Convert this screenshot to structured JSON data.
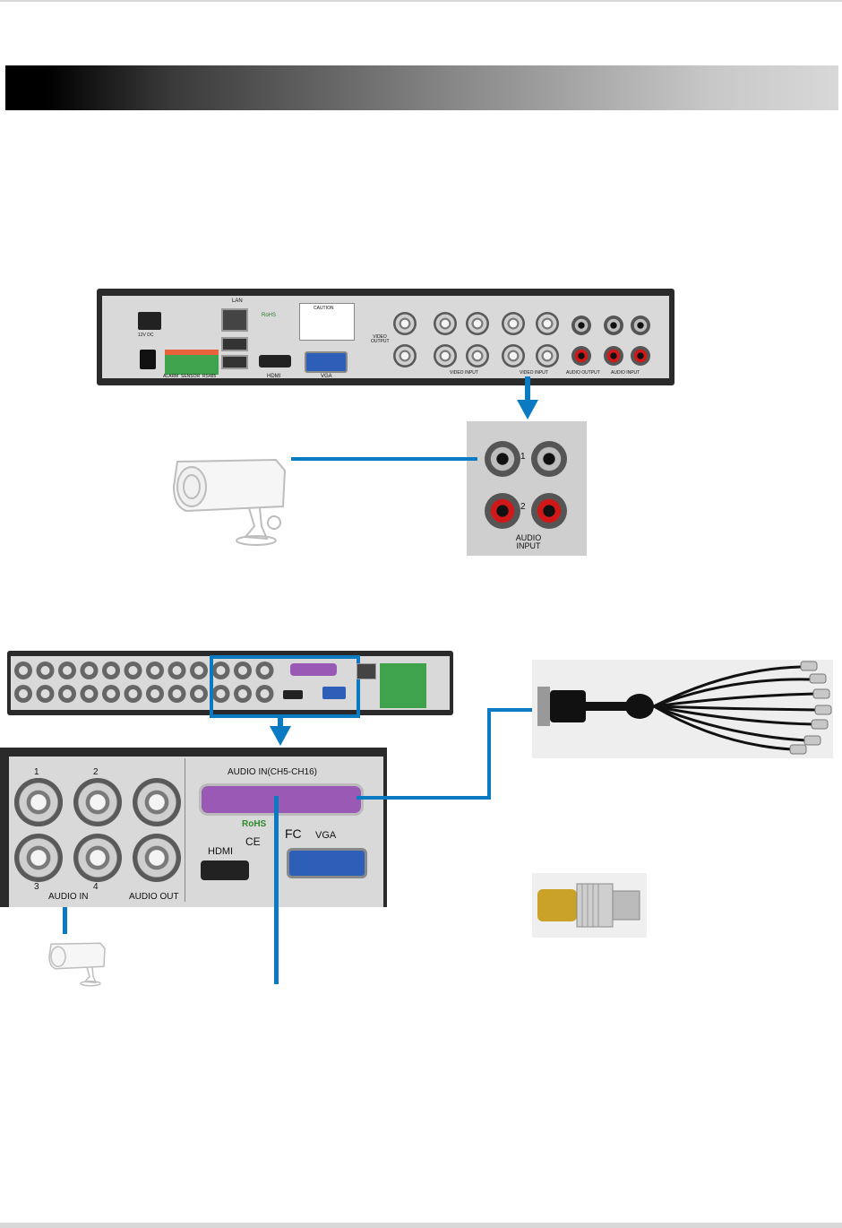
{
  "dvr_top": {
    "lan": "LAN",
    "hdmi": "HDMI",
    "vga": "VGA",
    "video_output": "VIDEO OUTPUT",
    "video_input_left": "VIDEO INPUT",
    "video_input_right": "VIDEO INPUT",
    "audio_output": "AUDIO OUTPUT",
    "audio_input": "AUDIO INPUT",
    "alarm": "ALARM",
    "sensor": "SENSOR",
    "rs485": "RS485",
    "power": "12V DC",
    "caution": "CAUTION",
    "rohs": "RoHS"
  },
  "audio_zoom": {
    "label": "AUDIO INPUT",
    "ch1": "1",
    "ch2": "2"
  },
  "dvr_bottom_zoom": {
    "audio_in_range": "AUDIO IN(CH5-CH16)",
    "rohs": "RoHS",
    "ce": "CE",
    "fc": "FC",
    "hdmi": "HDMI",
    "vga": "VGA",
    "ch1": "1",
    "ch2": "2",
    "ch3": "3",
    "ch4": "4",
    "audio_in": "AUDIO IN",
    "audio_out": "AUDIO OUT"
  },
  "colors": {
    "connector_line": "#0a7bc2",
    "banner_start": "#000000",
    "banner_end": "#d8d8d8"
  },
  "icons": [
    "camera-icon",
    "db25-breakout-cable",
    "bnc-rca-adapter"
  ]
}
